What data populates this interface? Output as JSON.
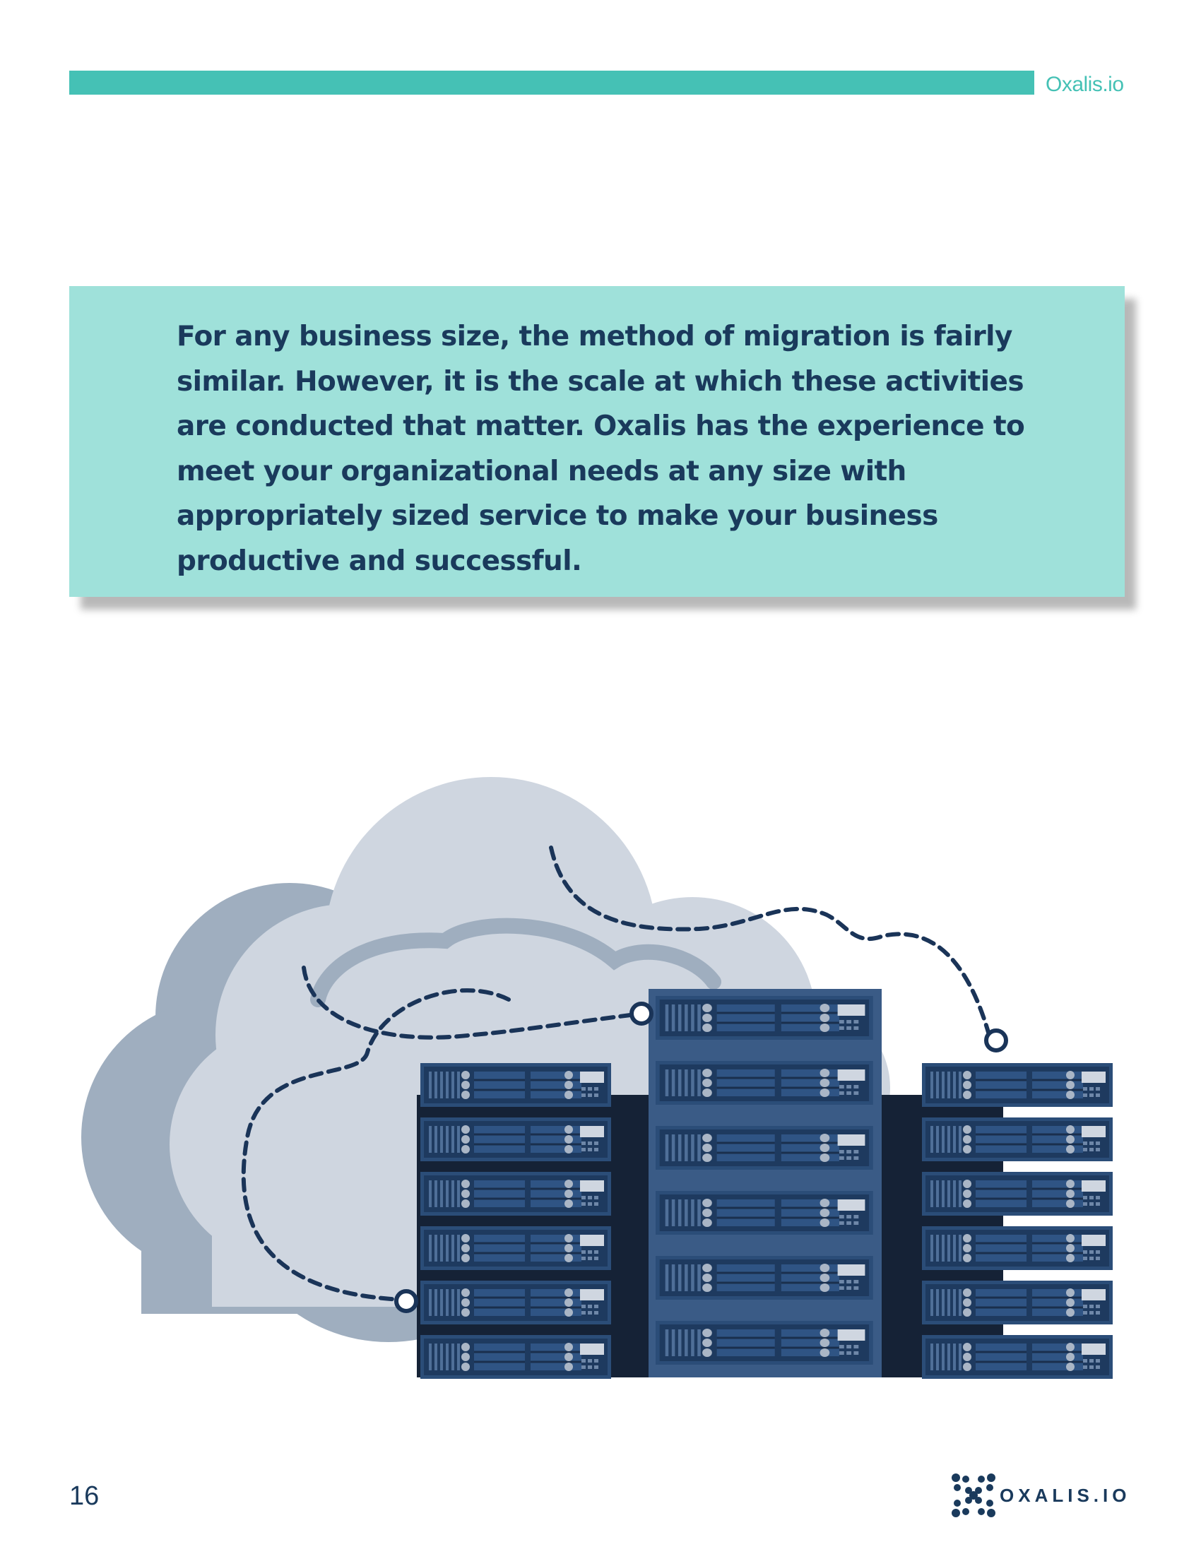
{
  "header": {
    "brand": "Oxalis.io"
  },
  "callout": {
    "text": "For any business size, the method of migration is fairly similar. However, it is the scale at which these activities are conducted that matter. Oxalis has the experience to meet your organizational needs at any size with appropriately sized service to make your business productive and successful."
  },
  "illustration": {
    "icon": "cloud-server-icon",
    "colors": {
      "cloud_front": "#cfd6e0",
      "cloud_back": "#9faebf",
      "server_dark": "#1e3a5f",
      "server_frame": "#2b4d78",
      "dashed_line": "#1a3458"
    }
  },
  "footer": {
    "page_number": "16",
    "logo_text": "OXALIS.IO",
    "logo_icon": "oxalis-logo-icon"
  },
  "colors": {
    "accent": "#45c1b5",
    "callout_bg": "#9fe1da",
    "text_navy": "#1a3a5c"
  }
}
